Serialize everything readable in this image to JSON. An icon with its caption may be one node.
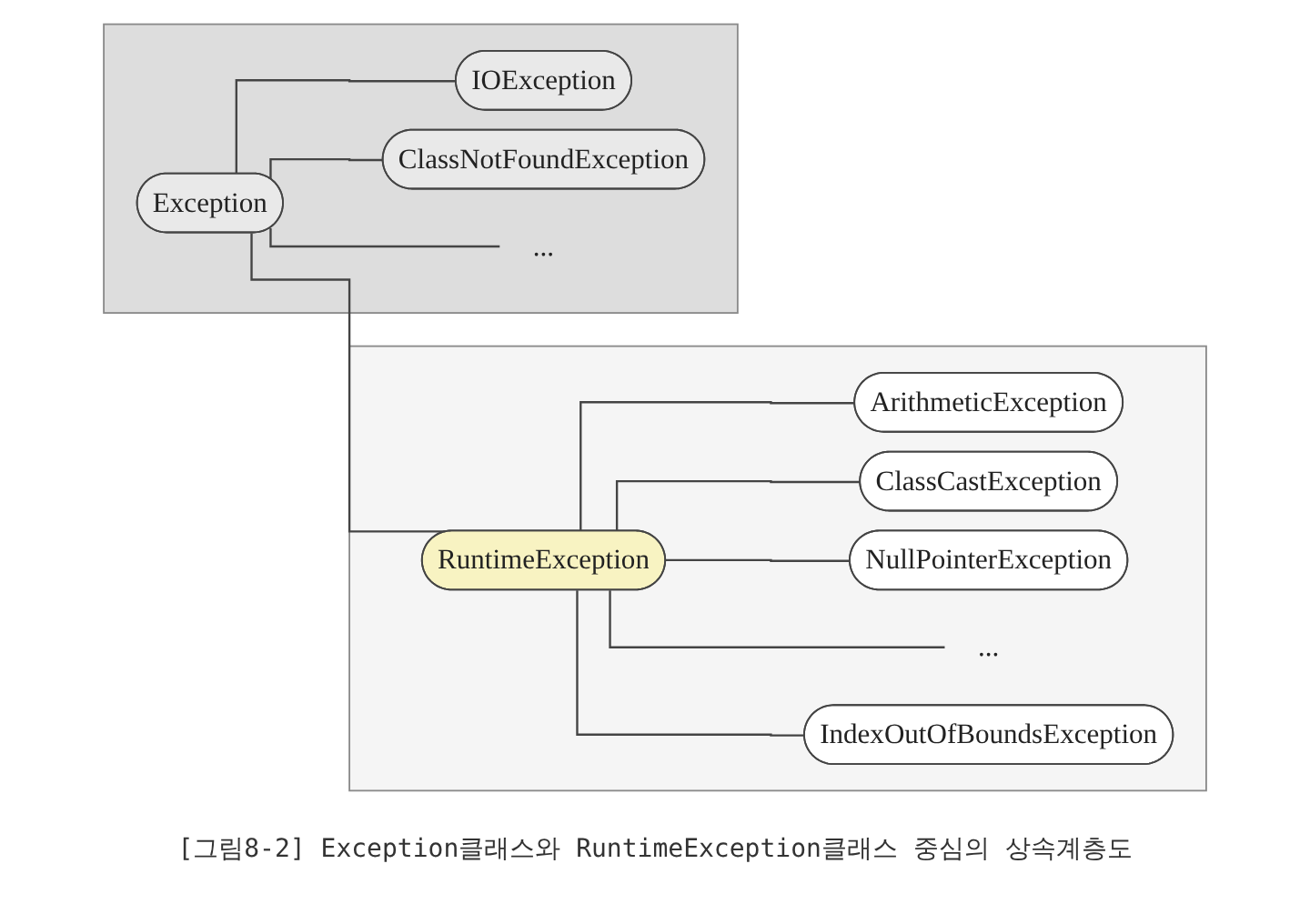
{
  "diagram": {
    "caption": "[그림8-2] Exception클래스와 RuntimeException클래스 중심의 상속계층도",
    "nodes": [
      {
        "text": [],
        "shape": "band"
      },
      {
        "text": [
          "Exception"
        ],
        "in": 0
      },
      {
        "text": [
          "IOException"
        ],
        "in": 0
      },
      {
        "text": [
          "ClassNotFoundException"
        ],
        "in": 0
      },
      {
        "text": [
          "..."
        ],
        "in": 0
      },
      {
        "text": [],
        "shape": "band"
      },
      {
        "text": [
          "RuntimeException"
        ],
        "in": 5
      },
      {
        "text": [
          "ArithmeticException"
        ],
        "in": 5
      },
      {
        "text": [
          "ClassCastException"
        ],
        "in": 5
      },
      {
        "text": [
          "NullPointerException"
        ],
        "in": 5
      },
      {
        "text": [
          "..."
        ],
        "in": 5
      },
      {
        "text": [
          "IndexOutOfBoundsException"
        ],
        "in": 5
      }
    ],
    "edges": [
      {
        "from": 1,
        "to": 2,
        "arrow": "none"
      },
      {
        "from": 1,
        "to": 3,
        "arrow": "none"
      },
      {
        "from": 1,
        "to": 4,
        "arrow": "none"
      },
      {
        "from": 1,
        "to": 6,
        "arrow": "none"
      },
      {
        "from": 6,
        "to": 7,
        "arrow": "none"
      },
      {
        "from": 6,
        "to": 8,
        "arrow": "none"
      },
      {
        "from": 6,
        "to": 9,
        "arrow": "none"
      },
      {
        "from": 6,
        "to": 10,
        "arrow": "none"
      },
      {
        "from": 6,
        "to": 11,
        "arrow": "none"
      }
    ]
  }
}
